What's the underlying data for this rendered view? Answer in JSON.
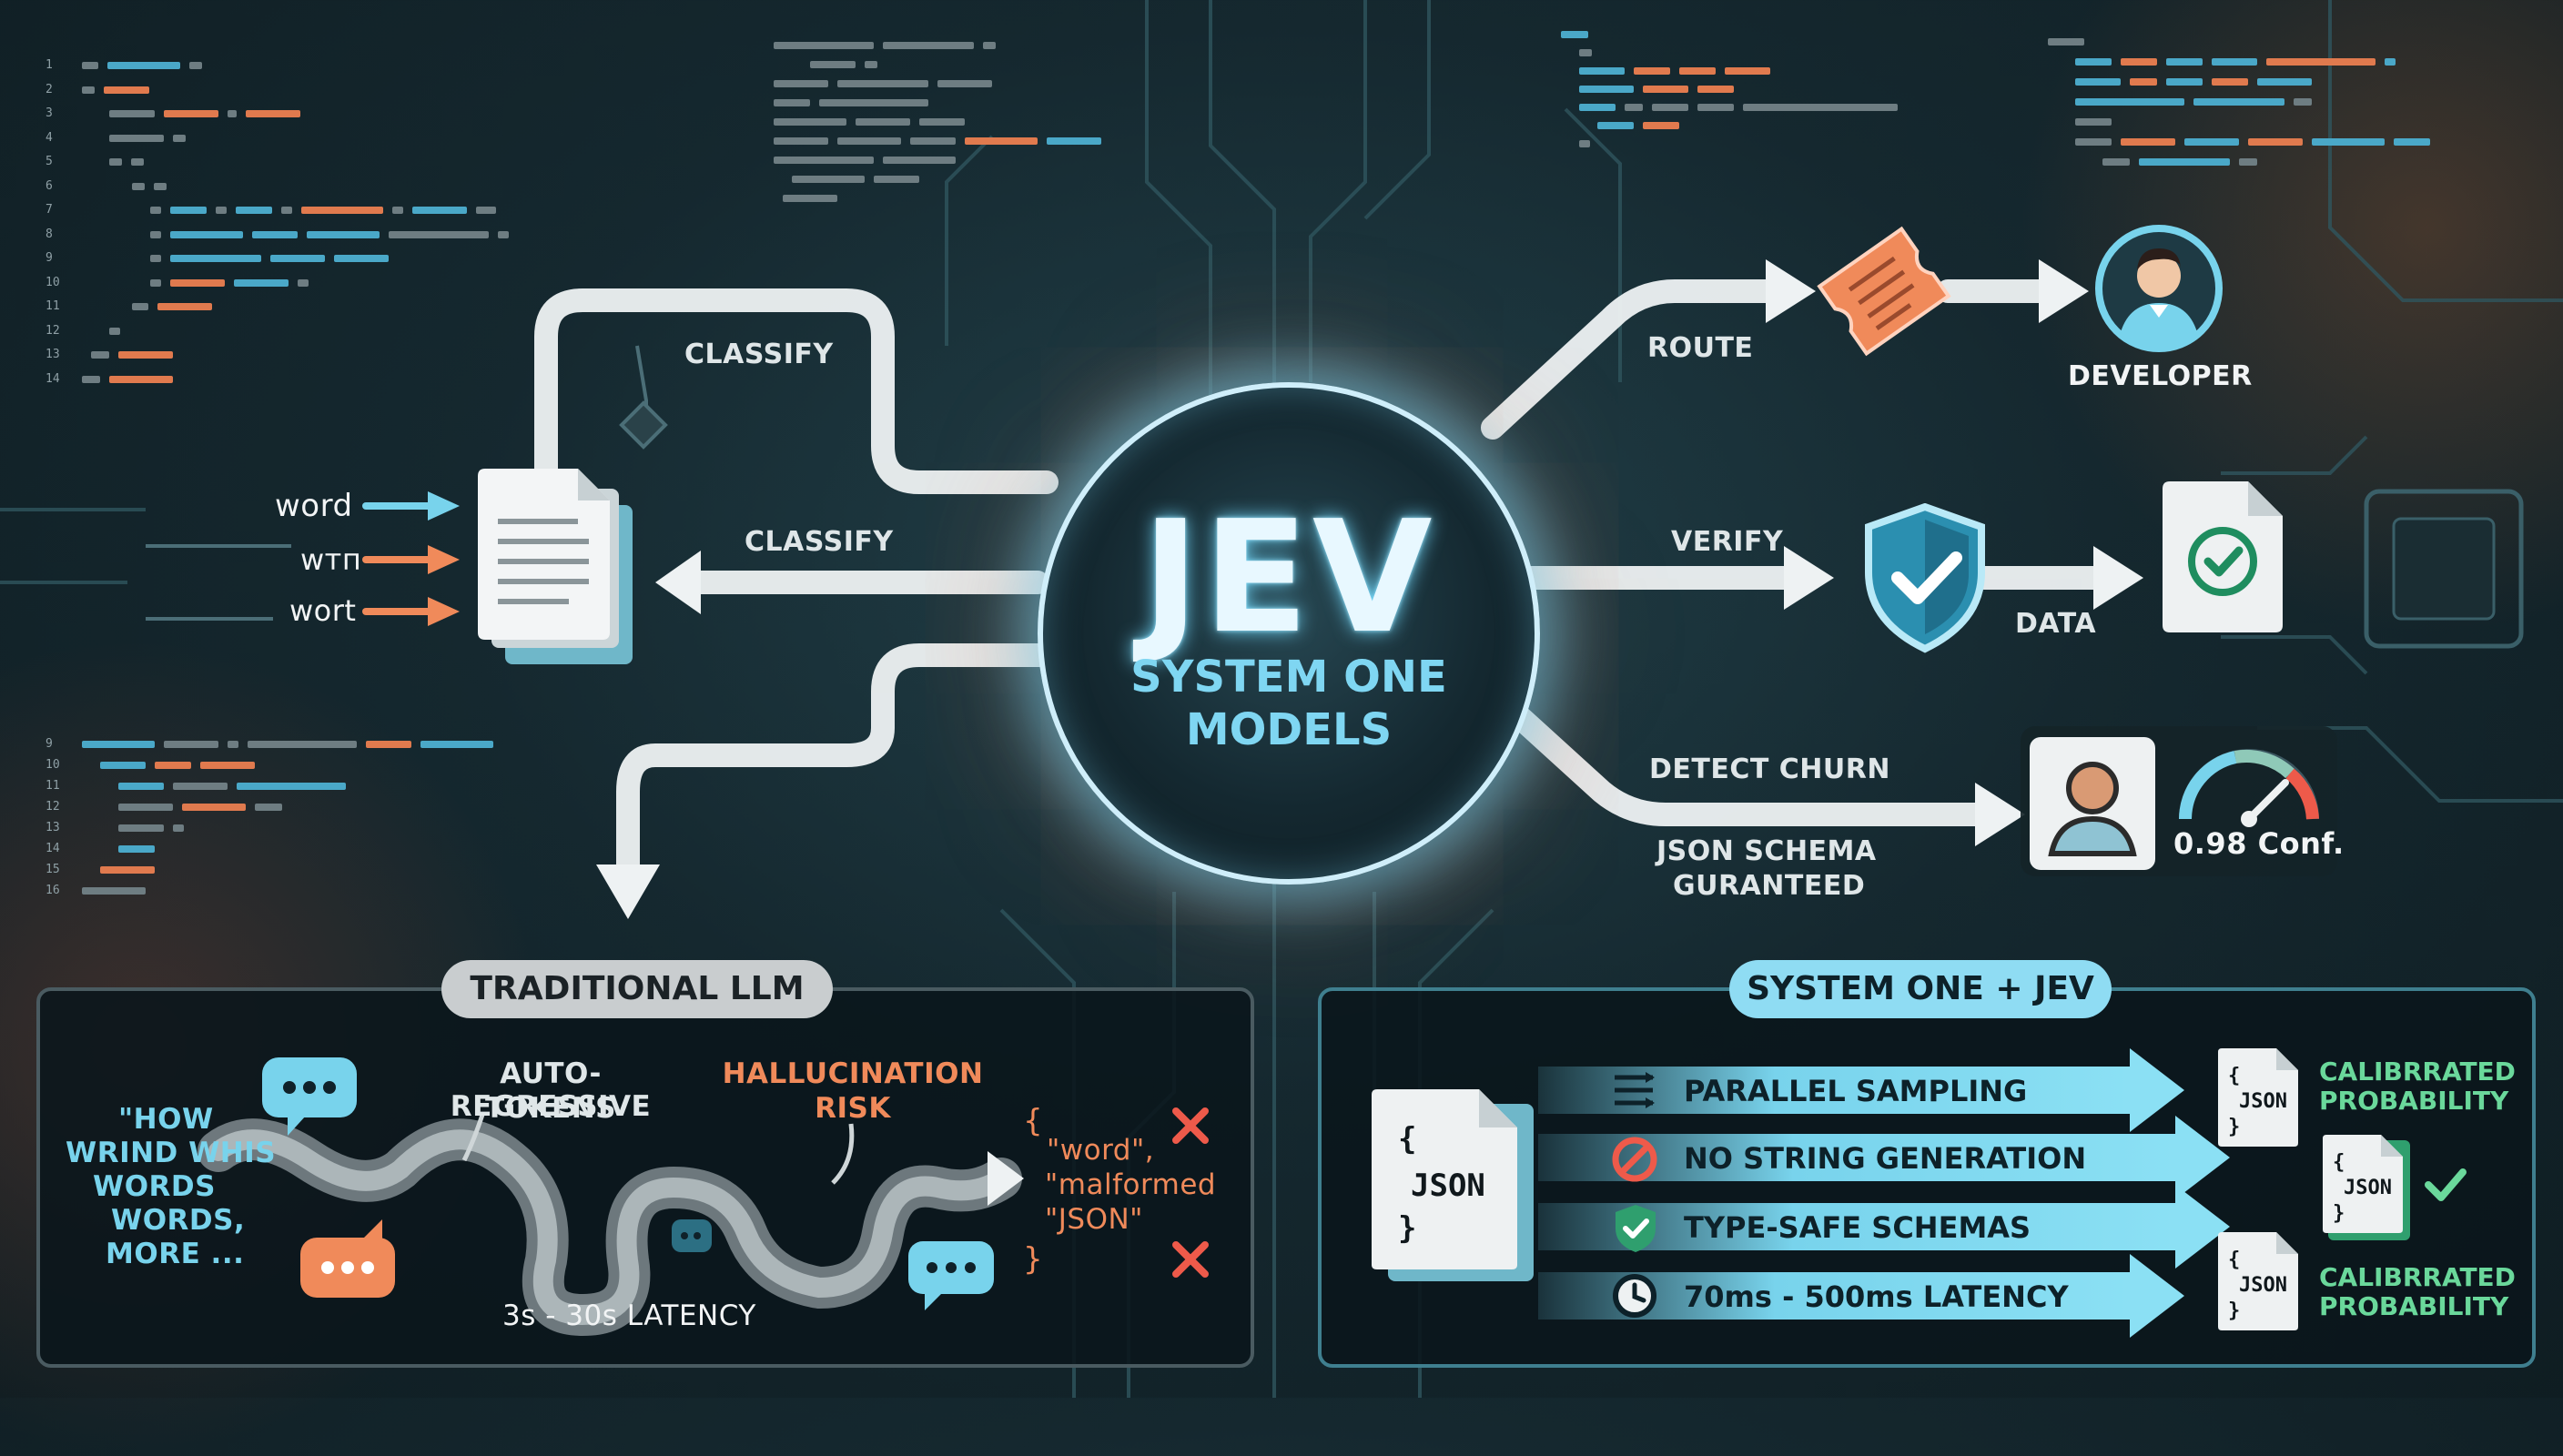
{
  "hub": {
    "title": "JEV",
    "subtitle_line1": "SYSTEM ONE",
    "subtitle_line2": "MODELS"
  },
  "inputs": {
    "word1": "word",
    "word2": "wтп",
    "word3": "wort"
  },
  "flow_labels": {
    "classify_top": "CLASSIFY",
    "classify_mid": "CLASSIFY",
    "route": "ROUTE",
    "developer": "DEVELOPER",
    "verify": "VERIFY",
    "data": "DATA",
    "detect_churn": "DETECT CHURN",
    "json_schema_1": "JSON SCHEMA",
    "json_schema_2": "GURANTEED",
    "confidence": "0.98 Conf."
  },
  "traditional": {
    "pill": "TRADITIONAL LLM",
    "quote_lines": [
      "\"HOW",
      "WRIND WHIS",
      "WORDS",
      "WORDS,",
      "MORE ..."
    ],
    "auto_regressive_1": "AUTO-REGRESSIVE",
    "auto_regressive_2": "TOKENS",
    "hallucination_1": "HALLUCINATION",
    "hallucination_2": "RISK",
    "latency": "3s - 30s LATENCY",
    "bad_json_open": "{",
    "bad_json_lines": [
      "\"word\",",
      "\"malformed",
      "\"JSON\""
    ],
    "bad_json_close": "}"
  },
  "system_one": {
    "pill": "SYSTEM ONE + JEV",
    "json_label": "JSON",
    "brace_open": "{",
    "brace_close": "}",
    "features": [
      "PARALLEL SAMPLING",
      "NO STRING GENERATION",
      "TYPE-SAFE SCHEMAS",
      "70ms - 500ms LATENCY"
    ],
    "calibrated_1": [
      "CALIBRRATED",
      "PROBABILITY"
    ],
    "calibrated_2": [
      "CALIBRRATED",
      "PROBABILITY"
    ]
  },
  "colors": {
    "accent_blue": "#78d3ec",
    "accent_orange": "#f08a5a",
    "accent_green": "#6ad89b",
    "alert_red": "#ee5a4a"
  },
  "icons": [
    "document-icon",
    "ticket-icon",
    "developer-avatar-icon",
    "shield-check-icon",
    "verified-file-icon",
    "user-card-icon",
    "gauge-icon",
    "chat-bubble-icon",
    "json-file-icon",
    "parallel-icon",
    "no-entry-icon",
    "shield-icon",
    "clock-icon",
    "check-icon",
    "cross-icon"
  ]
}
